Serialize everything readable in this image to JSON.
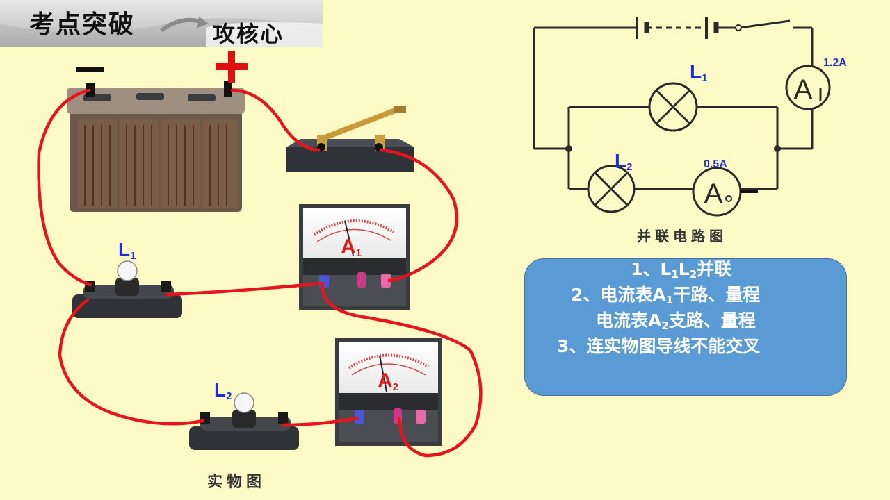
{
  "header": {
    "title": "考点突破",
    "subtitle": "攻核心"
  },
  "photo": {
    "battery_minus": "−",
    "battery_plus": "+",
    "lamp1_label": "L",
    "lamp1_sub": "1",
    "lamp2_label": "L",
    "lamp2_sub": "2",
    "meter1_label": "A",
    "meter1_sub": "1",
    "meter2_label": "A",
    "meter2_sub": "2",
    "caption": "实物图"
  },
  "schematic": {
    "lamp1_label": "L",
    "lamp1_sub": "1",
    "lamp2_label": "L",
    "lamp2_sub": "2",
    "meter1_reading": "1.2A",
    "meter2_reading": "0.5A",
    "caption": "并联电路图"
  },
  "info": {
    "line1_a": "1、L",
    "line1_sub1": "1",
    "line1_b": "L",
    "line1_sub2": "2",
    "line1_c": "并联",
    "line2_a": "2、电流表A",
    "line2_sub": "1",
    "line2_b": "干路、量程",
    "line3_a": "电流表A",
    "line3_sub": "2",
    "line3_b": "支路、量程",
    "line4": "3、连实物图导线不能交叉"
  },
  "colors": {
    "background": "#fdfac6",
    "wire": "#e8141c",
    "label_blue": "#1f2fd0",
    "label_red": "#d81b1b",
    "info_box": "#5b9bd5"
  }
}
